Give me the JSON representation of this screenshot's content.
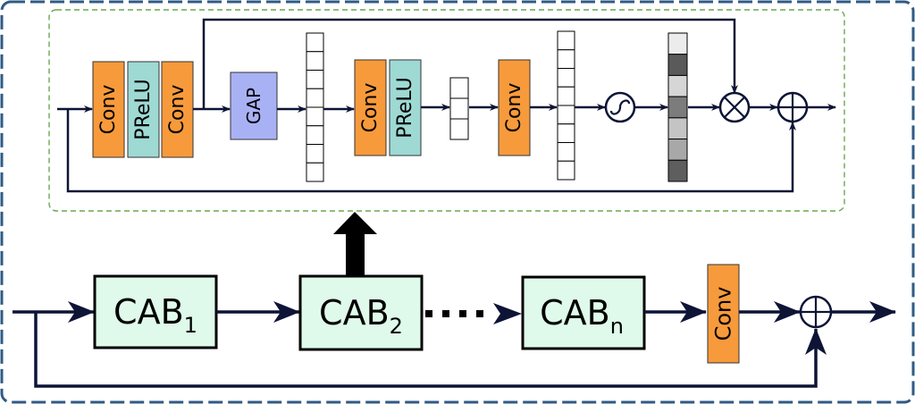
{
  "inner_block": {
    "conv1": "Conv",
    "prelu1": "PReLU",
    "conv2": "Conv",
    "gap": "GAP",
    "conv3": "Conv",
    "prelu2": "PReLU",
    "conv4": "Conv"
  },
  "outer_chain": {
    "cab1": {
      "base": "CAB",
      "sub": "1"
    },
    "cab2": {
      "base": "CAB",
      "sub": "2"
    },
    "cabn": {
      "base": "CAB",
      "sub": "n"
    },
    "conv": "Conv"
  },
  "colors": {
    "frame": "#2f5a85",
    "dashed_group": "#6aa84f",
    "conv_fill": "#f79a3b",
    "prelu_fill": "#9ed9d4",
    "gap_fill": "#a9b1f5",
    "cab_fill": "#dffaea",
    "arrow": "#0d1436"
  },
  "icons": {
    "sigmoid": "sigmoid-icon",
    "multiply": "multiply-circle-icon",
    "add": "add-circle-icon"
  }
}
